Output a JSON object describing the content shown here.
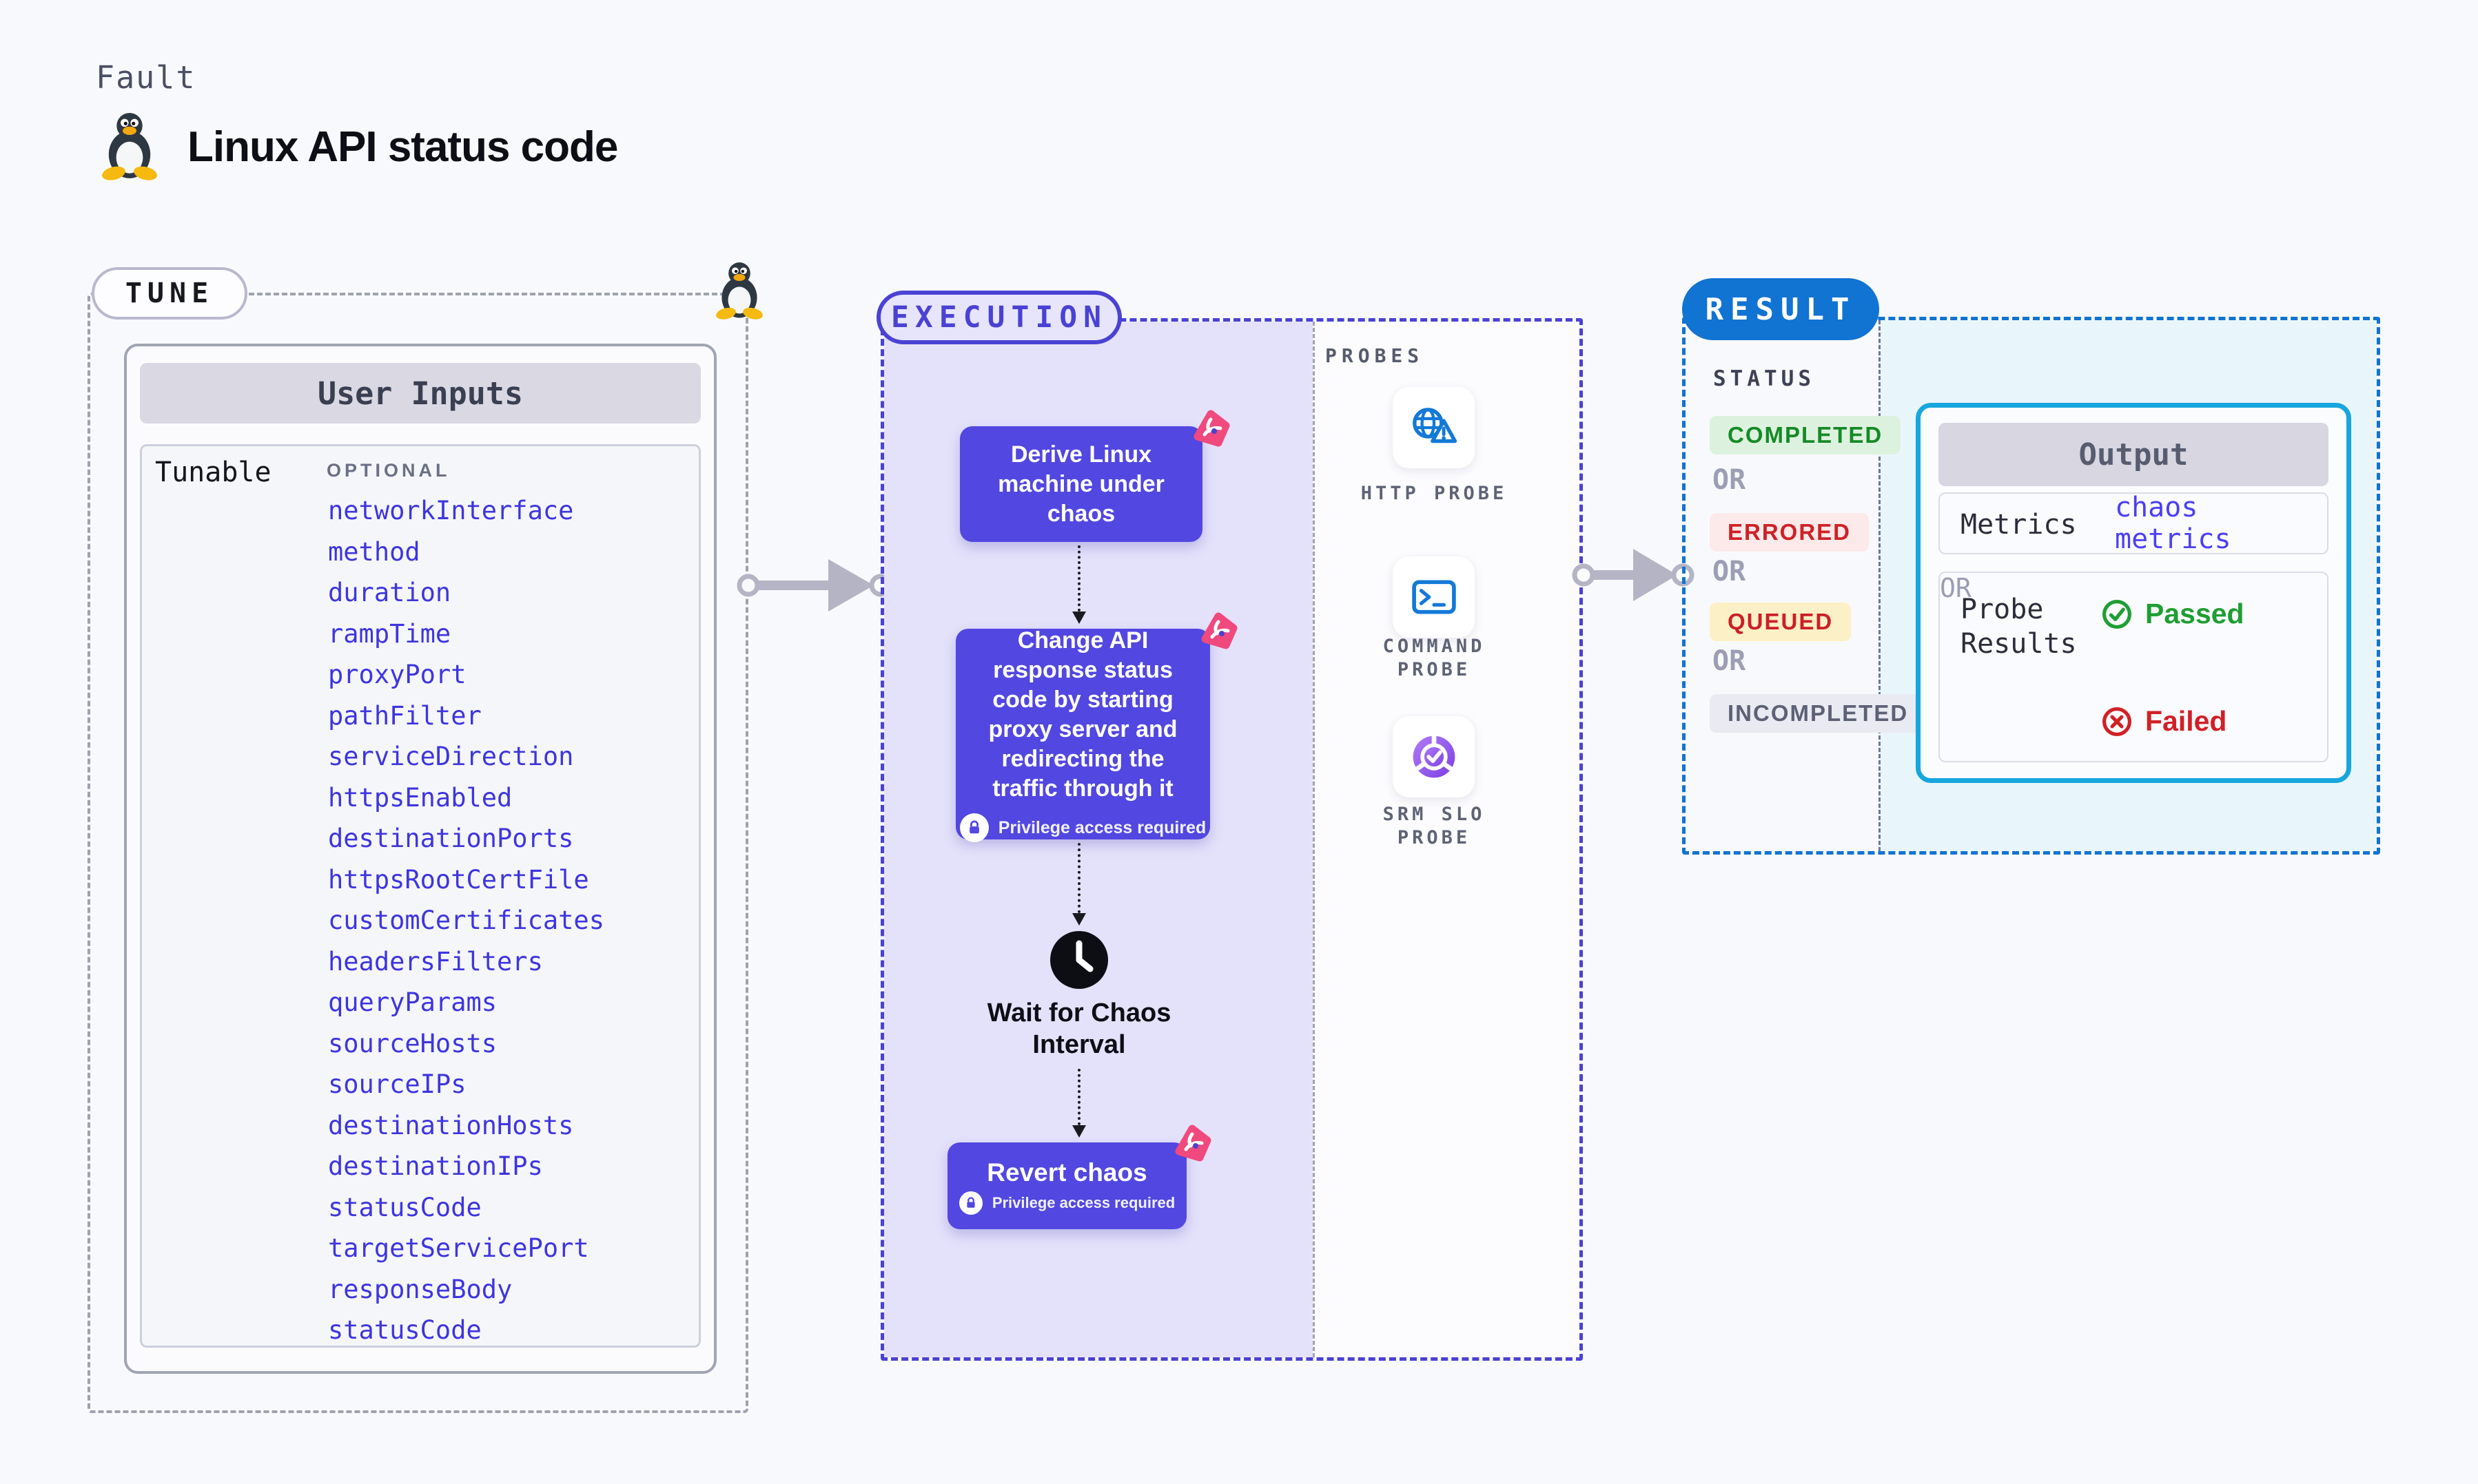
{
  "page": {
    "kicker": "Fault",
    "title": "Linux API status code"
  },
  "tune": {
    "label": "TUNE",
    "user_inputs_header": "User Inputs",
    "tunable_col": "Tunable",
    "optional_col": "OPTIONAL",
    "items": [
      "networkInterface",
      "method",
      "duration",
      "rampTime",
      "proxyPort",
      "pathFilter",
      "serviceDirection",
      "httpsEnabled",
      "destinationPorts",
      "httpsRootCertFile",
      "customCertificates",
      "headersFilters",
      "queryParams",
      "sourceHosts",
      "sourceIPs",
      "destinationHosts",
      "destinationIPs",
      "statusCode",
      "targetServicePort",
      "responseBody",
      "statusCode"
    ]
  },
  "execution": {
    "label": "EXECUTION",
    "node1": "Derive Linux machine under chaos",
    "node2": "Change API response status code by starting proxy server and redirecting the traffic through it",
    "wait": "Wait for Chaos Interval",
    "node3": "Revert chaos",
    "privilege": "Privilege access required"
  },
  "probes": {
    "label": "PROBES",
    "items": [
      {
        "name": "HTTP PROBE",
        "icon": "globe-alert-icon"
      },
      {
        "name": "COMMAND PROBE",
        "icon": "terminal-icon"
      },
      {
        "name": "SRM SLO PROBE",
        "icon": "slo-donut-icon"
      }
    ]
  },
  "result": {
    "label": "RESULT",
    "status_label": "STATUS",
    "or": "OR",
    "statuses": [
      {
        "text": "COMPLETED",
        "fg": "#158A27",
        "bg": "#DDF2DE"
      },
      {
        "text": "ERRORED",
        "fg": "#CE2126",
        "bg": "#FCE9E9"
      },
      {
        "text": "QUEUED",
        "fg": "#CB1F26",
        "bg": "#FCF0C6"
      },
      {
        "text": "INCOMPLETED",
        "fg": "#5D6175",
        "bg": "#E9EAF2"
      }
    ],
    "output": {
      "header": "Output",
      "metrics_label": "Metrics",
      "metrics_value": "chaos metrics",
      "probe_results_label": "Probe Results",
      "passed": "Passed",
      "or": "OR",
      "failed": "Failed"
    }
  },
  "colors": {
    "accent_indigo": "#5247E0",
    "execution_dash": "#4A42D4",
    "result_blue": "#1173D2",
    "output_cyan_border": "#17A6DE",
    "output_cyan_bg": "#E8F6FC",
    "link_blue": "#3D35DF",
    "litmus_pink": "#F0497D",
    "probe_icon_blue": "#1379D8"
  }
}
